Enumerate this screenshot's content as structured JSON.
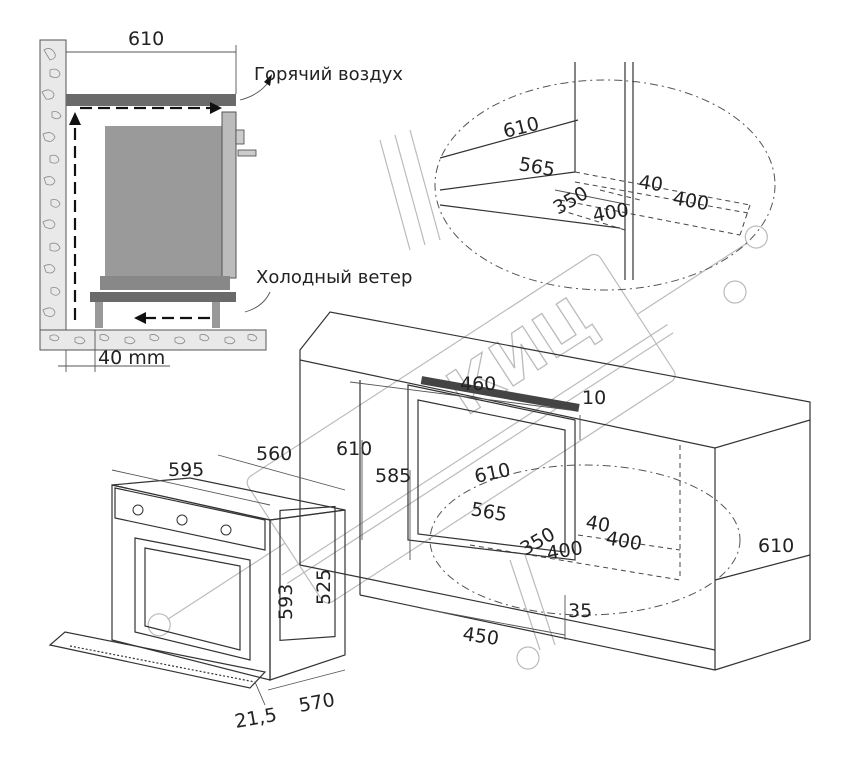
{
  "ventilation": {
    "top_width": "610",
    "hot_air": "Горячий воздух",
    "cold_air": "Холодный ветер",
    "gap": "40 mm"
  },
  "detail_view": {
    "depth_610": "610",
    "depth_565": "565",
    "d_40": "40",
    "d_400a": "400",
    "d_350": "350",
    "d_400b": "400"
  },
  "cabinet": {
    "w_460": "460",
    "d_10": "10",
    "h_610": "610",
    "h_585": "585",
    "depth_610": "610",
    "depth_565": "565",
    "d_40": "40",
    "d_400a": "400",
    "d_350": "350",
    "d_400b": "400",
    "side_610": "610",
    "d_35": "35",
    "w_450": "450"
  },
  "oven": {
    "w_595": "595",
    "d_560": "560",
    "h_593": "593",
    "h_525": "525",
    "t_21_5": "21,5",
    "d_570": "570"
  },
  "watermark": "КИЦ"
}
